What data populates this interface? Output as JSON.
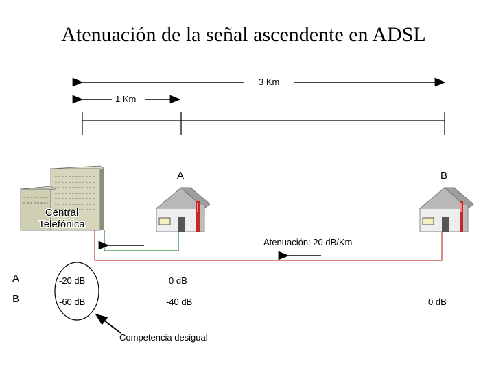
{
  "title": "Atenuación de la señal ascendente en ADSL",
  "distance_3km": "3 Km",
  "distance_1km": "1 Km",
  "point_a": "A",
  "point_b": "B",
  "central": {
    "line1": "Central",
    "line2": "Telefónica"
  },
  "attenuation_label": "Atenuación: 20 dB/Km",
  "table": {
    "rows": [
      {
        "label": "A",
        "central": "-20 dB",
        "at_a": "0 dB",
        "at_b": ""
      },
      {
        "label": "B",
        "central": "-60 dB",
        "at_a": "-40 dB",
        "at_b": "0 dB"
      }
    ]
  },
  "note": "Competencia desigual",
  "colors": {
    "red_line": "#c0392b",
    "green_line": "#2e7d32",
    "roof": "#b8b8b8",
    "building": "#c9c9ae"
  },
  "icons": [
    "building-icon",
    "house-icon"
  ]
}
